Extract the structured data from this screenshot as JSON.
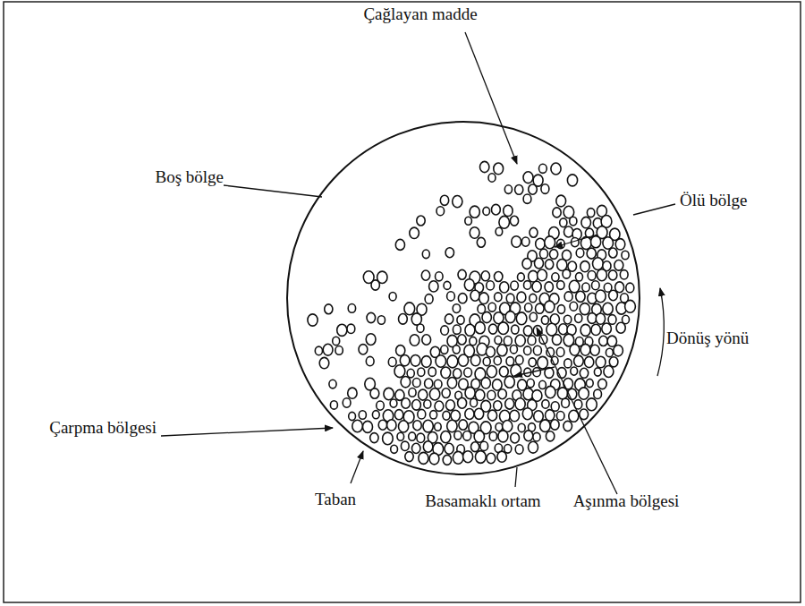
{
  "diagram": {
    "labels": [
      "Çağlayan madde",
      "Boş bölge",
      "Ölü bölge",
      "Dönüş yönü",
      "Çarpma bölgesi",
      "Taban",
      "Basamaklı ortam",
      "Aşınma bölgesi"
    ]
  }
}
